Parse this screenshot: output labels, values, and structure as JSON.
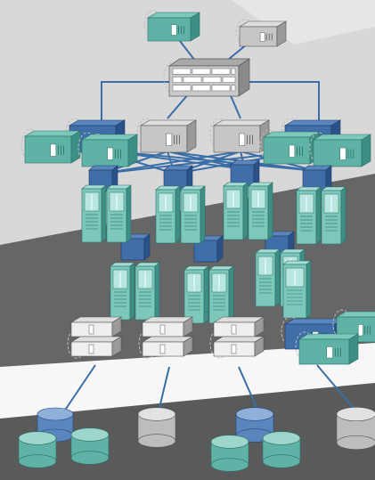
{
  "diagram": {
    "colors": {
      "teal_main": "#7cc8bb",
      "teal_front": "#5fb3a6",
      "teal_side": "#3d8f85",
      "teal_dark": "#2d6f67",
      "blue_main": "#5b86bd",
      "blue_front": "#3f6ea8",
      "blue_dark": "#2b5288",
      "gray_main": "#dedede",
      "gray_front": "#c6c6c6",
      "gray_side": "#9a9a9a",
      "gray_dark": "#555555",
      "link": "#3a6ea8",
      "bg_light": "#d8d8d8",
      "band_dark": "#666666",
      "band_white": "#f7f7f7"
    },
    "nodes": {
      "firewall": "firewall",
      "top_servers": [
        "teal-desktop-server",
        "gray-desktop-server"
      ],
      "aggregation_switches": [
        "blue-switch-left",
        "gray-switch-a",
        "gray-switch-b",
        "blue-switch-right"
      ],
      "side_servers": [
        "teal-desktop-left-a",
        "teal-desktop-left-b",
        "teal-desktop-right-a",
        "teal-desktop-right-b"
      ],
      "access_switches": [
        "blue-access-1",
        "blue-access-2",
        "blue-access-3",
        "blue-access-4",
        "blue-access-5",
        "blue-access-6",
        "blue-access-7"
      ],
      "tower_pairs": [
        "tower-pair-1",
        "tower-pair-2",
        "tower-pair-3",
        "tower-pair-4",
        "tower-pair-5",
        "tower-pair-6",
        "tower-pair-7"
      ],
      "storage_heads": [
        "storage-head-1",
        "storage-head-2",
        "storage-head-3",
        "storage-head-4"
      ],
      "databases": [
        "db-group-1",
        "db-single-2",
        "db-group-3",
        "db-single-4"
      ]
    }
  }
}
